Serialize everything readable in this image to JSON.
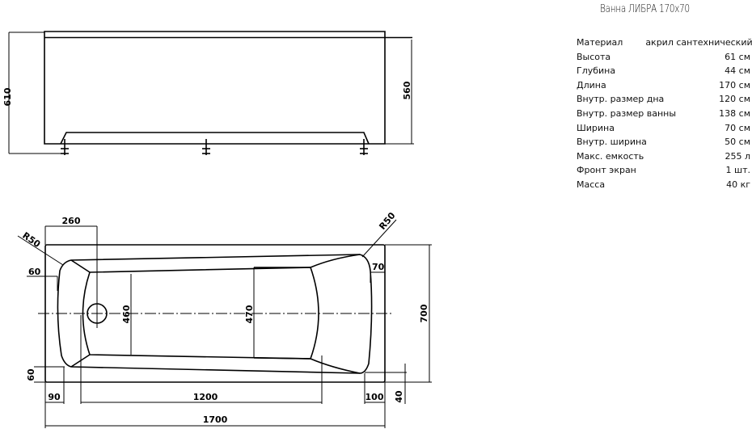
{
  "title": "Ванна ЛИБРА 170x70",
  "specs": [
    {
      "label": "Материал",
      "value": "акрил сантехнический"
    },
    {
      "label": "Высота",
      "value": "61 см"
    },
    {
      "label": "Глубина",
      "value": "44 см"
    },
    {
      "label": "Длина",
      "value": "170 см"
    },
    {
      "label": "Внутр. размер дна",
      "value": "120 см"
    },
    {
      "label": "Внутр. размер ванны",
      "value": "138 см"
    },
    {
      "label": "Ширина",
      "value": "70 см"
    },
    {
      "label": "Внутр. ширина",
      "value": "50 см"
    },
    {
      "label": "Макс. емкость",
      "value": "255 л"
    },
    {
      "label": "Фронт экран",
      "value": "1 шт."
    },
    {
      "label": "Масса",
      "value": "40 кг"
    }
  ],
  "side_view": {
    "height_total": "610",
    "height_body": "560"
  },
  "top_view": {
    "r_left": "R50",
    "r_right": "R50",
    "drain_offset": "260",
    "rim_left": "60",
    "rim_right": "70",
    "rim_bottom": "60",
    "width_head": "460",
    "width_foot": "470",
    "width": "700",
    "edge_left": "90",
    "bottom_length": "1200",
    "edge_right": "100",
    "offset_bottom": "40",
    "length": "1700"
  }
}
